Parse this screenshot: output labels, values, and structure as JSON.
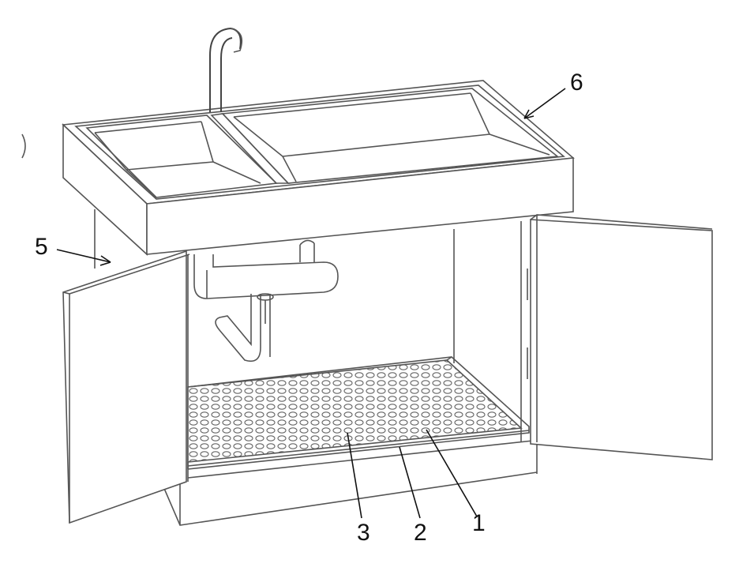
{
  "labels": {
    "label_1": "1",
    "label_2": "2",
    "label_3": "3",
    "label_5": "5",
    "label_6": "6"
  }
}
